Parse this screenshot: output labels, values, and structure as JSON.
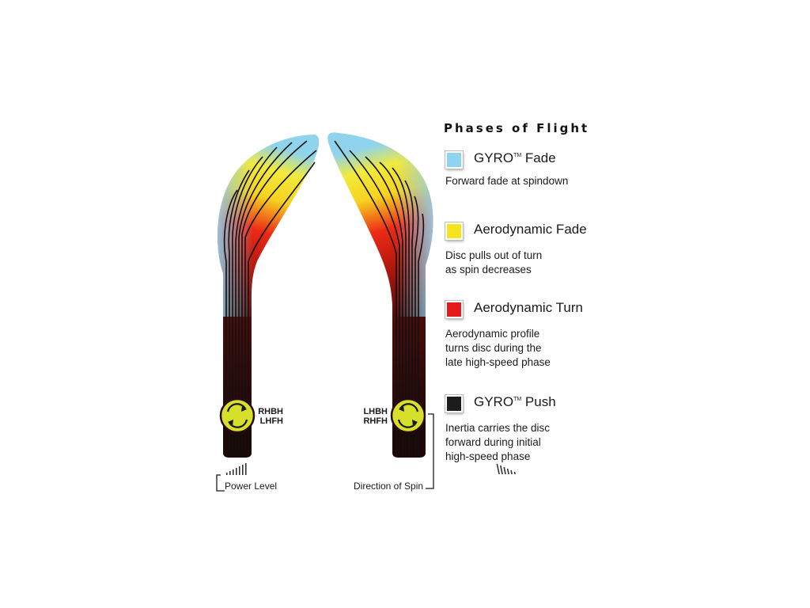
{
  "diagram": {
    "left_arm": {
      "labels": [
        "RHBH",
        "LHFH"
      ],
      "caption": "Power Level"
    },
    "right_arm": {
      "labels": [
        "LHBH",
        "RHFH"
      ],
      "caption": "Direction of Spin"
    }
  },
  "legend": {
    "title": "Phases of Flight",
    "items": [
      {
        "name": "GYRO",
        "tm": "TM",
        "suffix": " Fade",
        "color": "#8ed3ef",
        "desc": [
          "Forward fade at spindown"
        ]
      },
      {
        "name": "Aerodynamic Fade",
        "tm": "",
        "suffix": "",
        "color": "#f5e41d",
        "desc": [
          "Disc pulls out of turn",
          "as spin decreases"
        ]
      },
      {
        "name": "Aerodynamic Turn",
        "tm": "",
        "suffix": "",
        "color": "#e31b1b",
        "desc": [
          "Aerodynamic profile",
          "turns disc during the",
          "late high-speed phase"
        ]
      },
      {
        "name": "GYRO",
        "tm": "TM",
        "suffix": " Push",
        "color": "#1c1c1c",
        "desc": [
          "Inertia carries the disc",
          "forward during initial",
          "high-speed phase"
        ]
      }
    ]
  },
  "colors": {
    "spin_icon": "#d6e02a",
    "dark": "#2a0a0a"
  }
}
